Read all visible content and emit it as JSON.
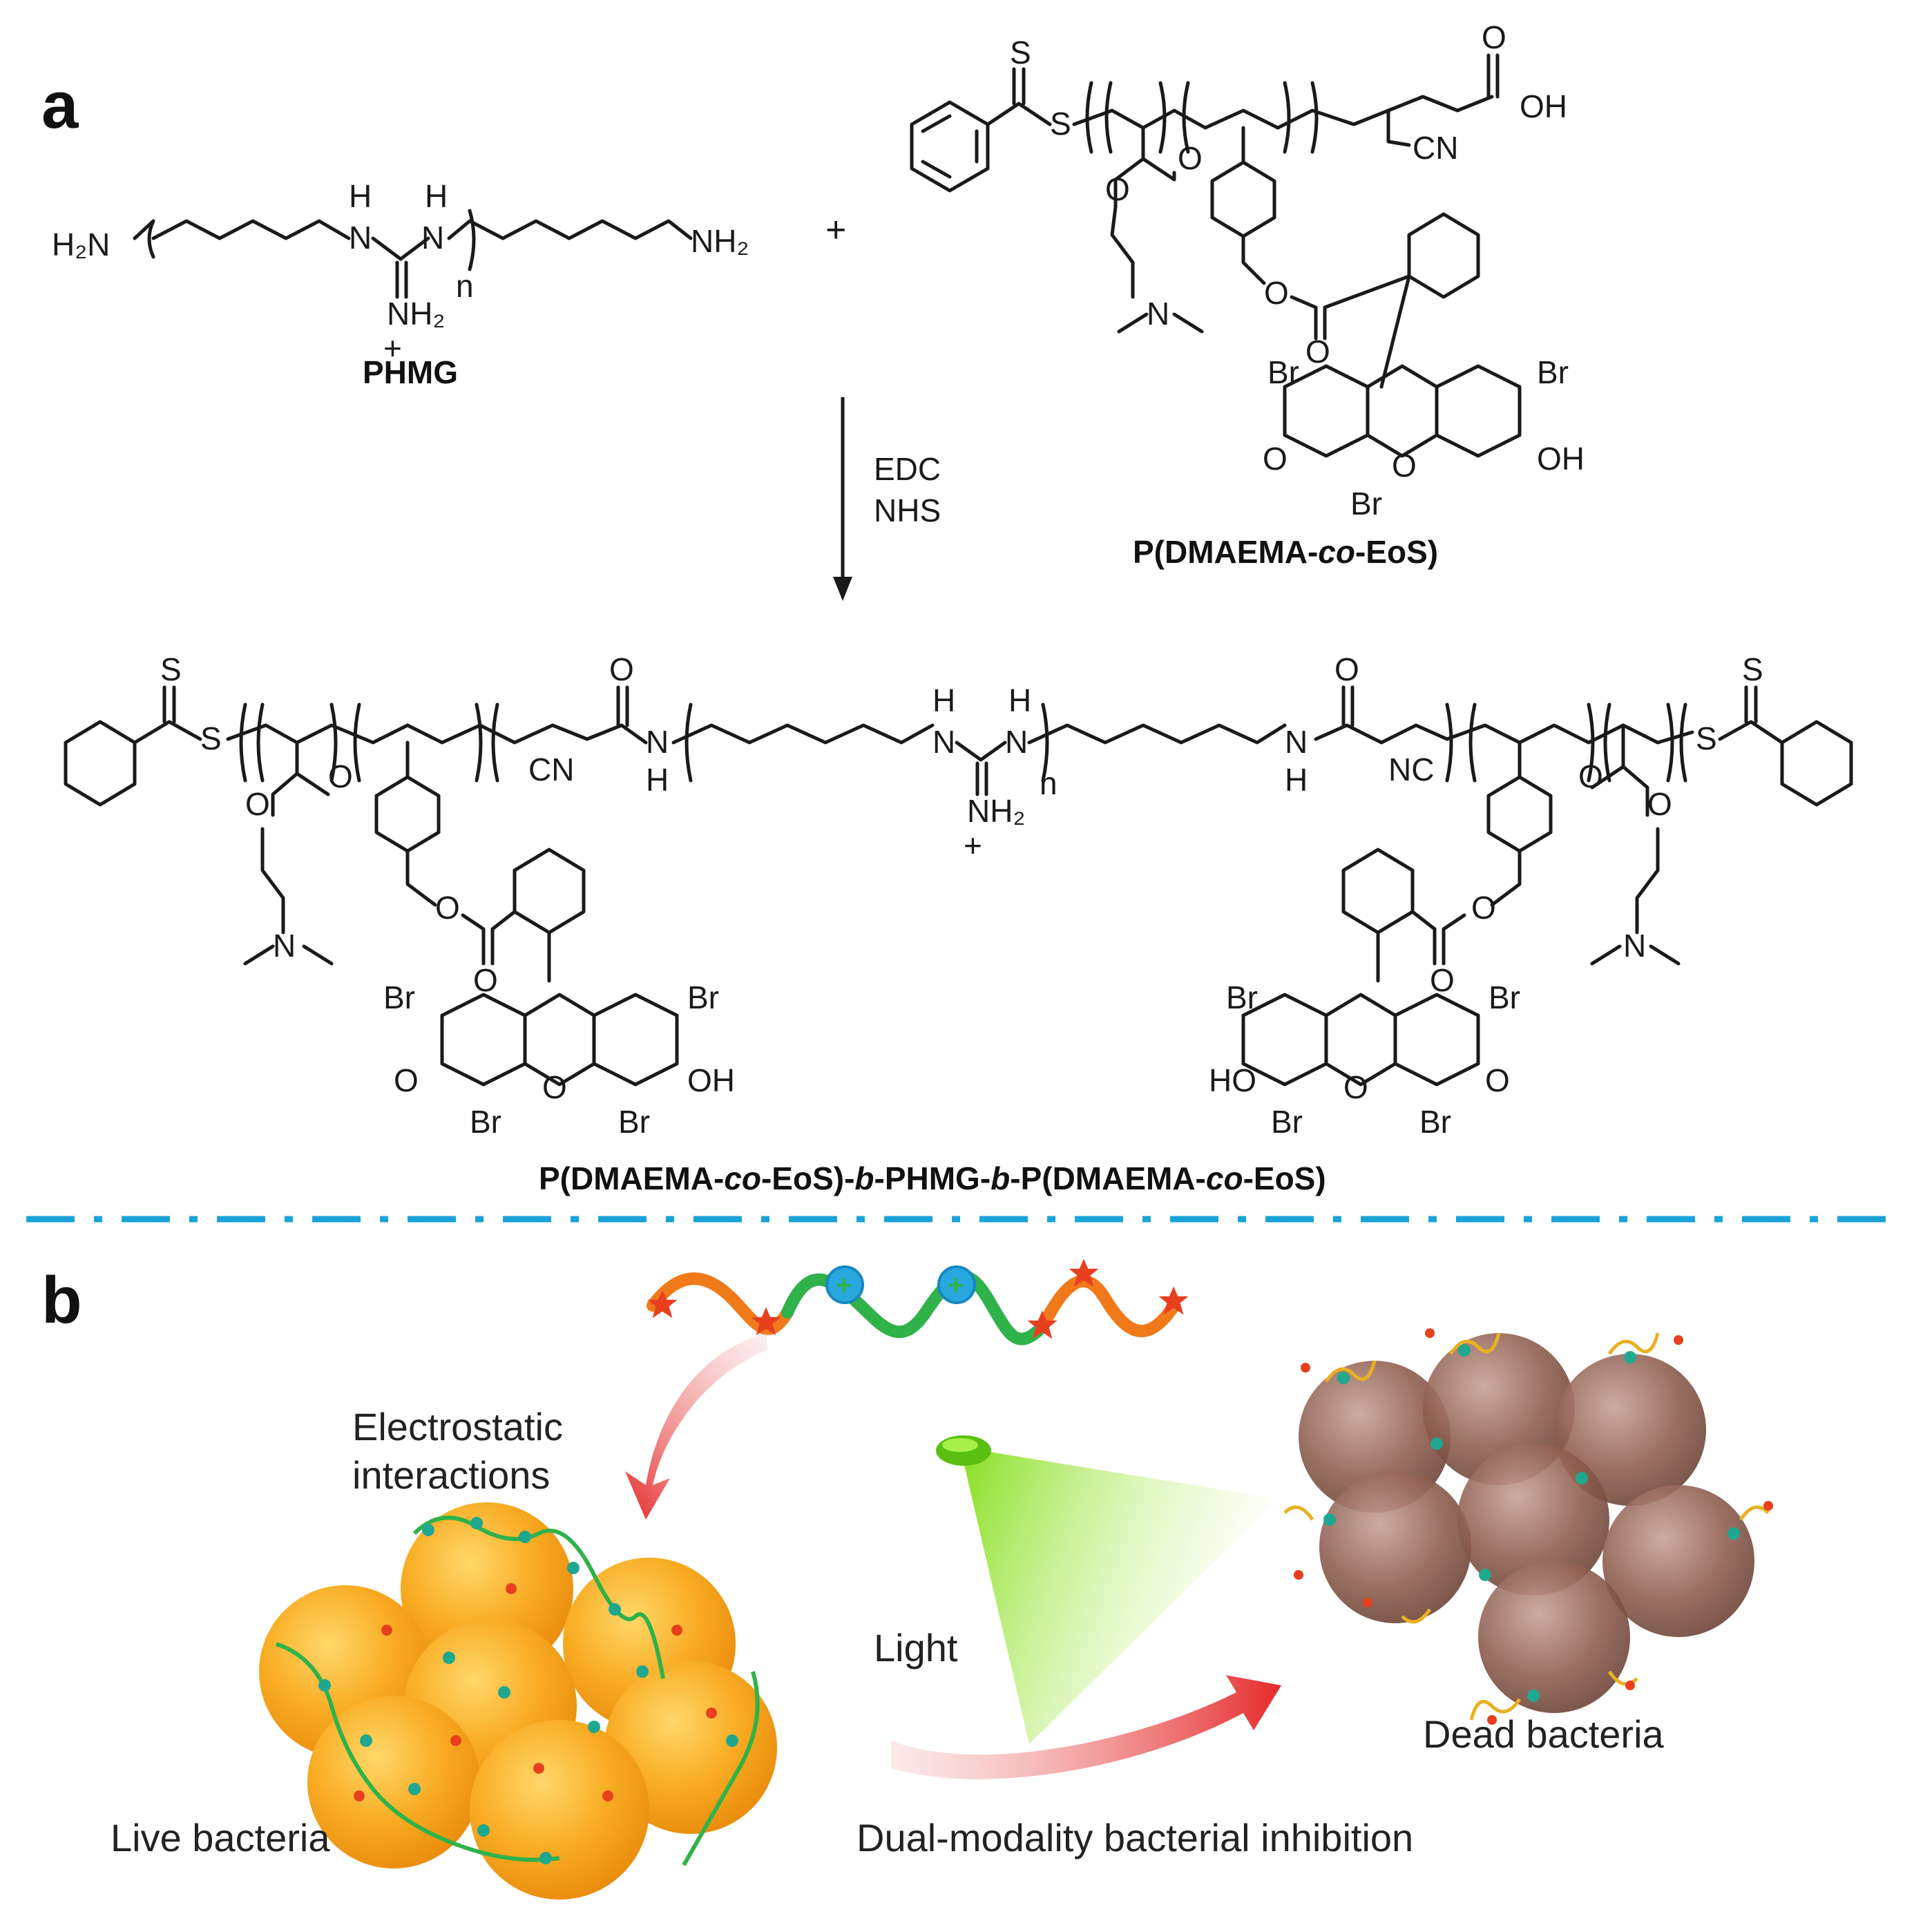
{
  "panel_a": {
    "label": "a",
    "phmg_name": "PHMG",
    "plus_sign": "+",
    "copolymer_name_parts": [
      "P(DMAEMA-",
      "co",
      "-EoS)"
    ],
    "reagents": [
      "EDC",
      "NHS"
    ],
    "product_name_parts": [
      "P(DMAEMA-",
      "co",
      "-EoS)-",
      "b",
      "-PHMG-",
      "b",
      "-P(DMAEMA-",
      "co",
      "-EoS)"
    ],
    "atoms": {
      "h2n": "H₂N",
      "nh2": "NH₂",
      "n_repeat": "n",
      "plus": "+",
      "nh": "N",
      "h": "H",
      "s": "S",
      "o": "O",
      "oh": "OH",
      "ho": "HO",
      "cn": "CN",
      "nc": "NC",
      "br": "Br",
      "n": "N",
      "nh2_charged": "NH₂"
    }
  },
  "panel_b": {
    "label": "b",
    "electrostatic_line1": "Electrostatic",
    "electrostatic_line2": "interactions",
    "light": "Light",
    "live_bacteria": "Live bacteria",
    "dead_bacteria": "Dead bacteria",
    "inhibition": "Dual-modality bacterial inhibition"
  },
  "colors": {
    "divider": "#1aa3d8",
    "live_cell": "#f5a21c",
    "dead_cell": "#8a5a4a",
    "polymer_green": "#2fb24a",
    "polymer_orange": "#f07a1a",
    "star_red": "#e8401e",
    "cation_blue": "#29a8e0",
    "light_green": "#8fe21a",
    "arrow_red": "#e83a3a"
  }
}
